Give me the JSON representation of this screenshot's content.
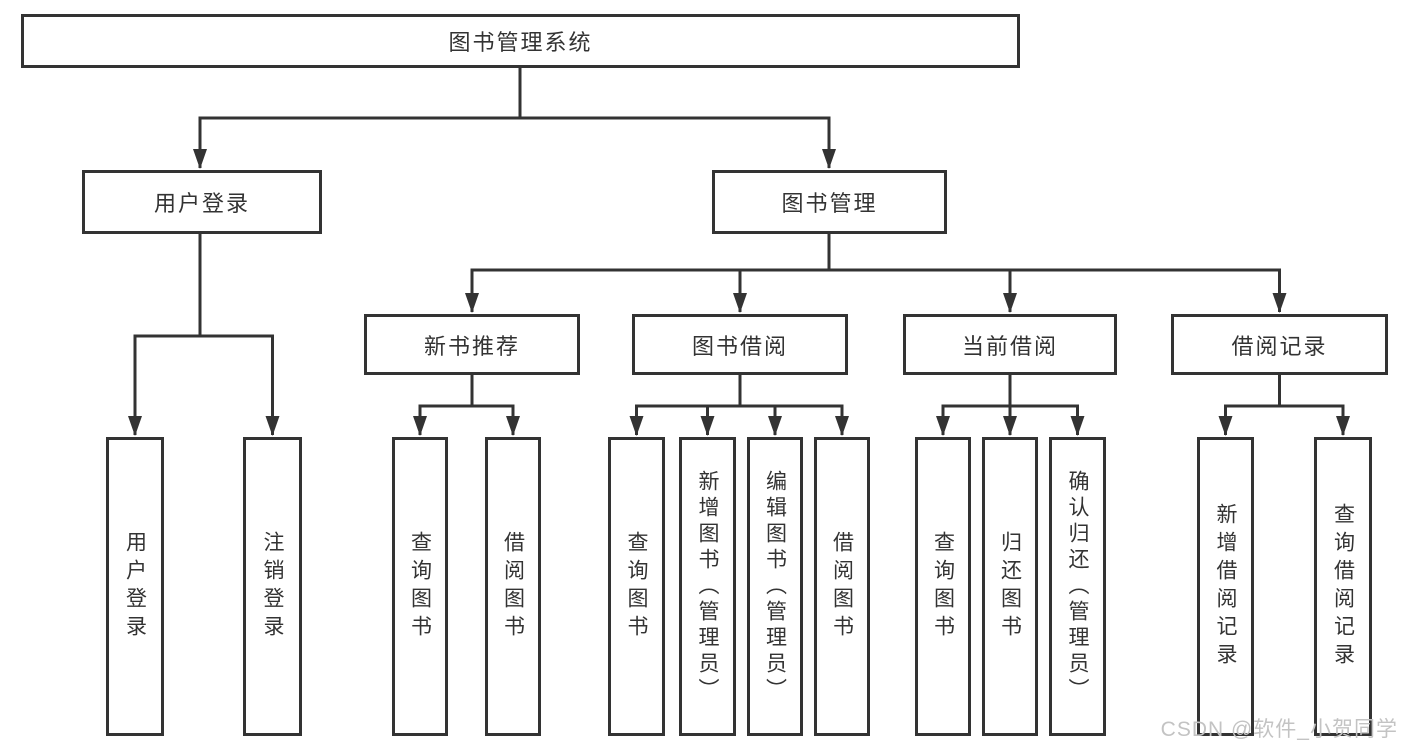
{
  "diagram": {
    "root": {
      "label": "图书管理系统"
    },
    "branches": [
      {
        "label": "用户登录",
        "children": [
          {
            "label": "用户登录"
          },
          {
            "label": "注销登录"
          }
        ]
      },
      {
        "label": "图书管理",
        "groups": [
          {
            "label": "新书推荐",
            "children": [
              {
                "label": "查询图书"
              },
              {
                "label": "借阅图书"
              }
            ]
          },
          {
            "label": "图书借阅",
            "children": [
              {
                "label": "查询图书"
              },
              {
                "label": "新增图书（管理员）"
              },
              {
                "label": "编辑图书（管理员）"
              },
              {
                "label": "借阅图书"
              }
            ]
          },
          {
            "label": "当前借阅",
            "children": [
              {
                "label": "查询图书"
              },
              {
                "label": "归还图书"
              },
              {
                "label": "确认归还（管理员）"
              }
            ]
          },
          {
            "label": "借阅记录",
            "children": [
              {
                "label": "新增借阅记录"
              },
              {
                "label": "查询借阅记录"
              }
            ]
          }
        ]
      }
    ]
  },
  "watermark": {
    "text": "CSDN @软件_小贺同学"
  },
  "colors": {
    "line": "#333333",
    "text": "#333333",
    "box_background": "#ffffff",
    "watermark": "#c3c3c3"
  }
}
